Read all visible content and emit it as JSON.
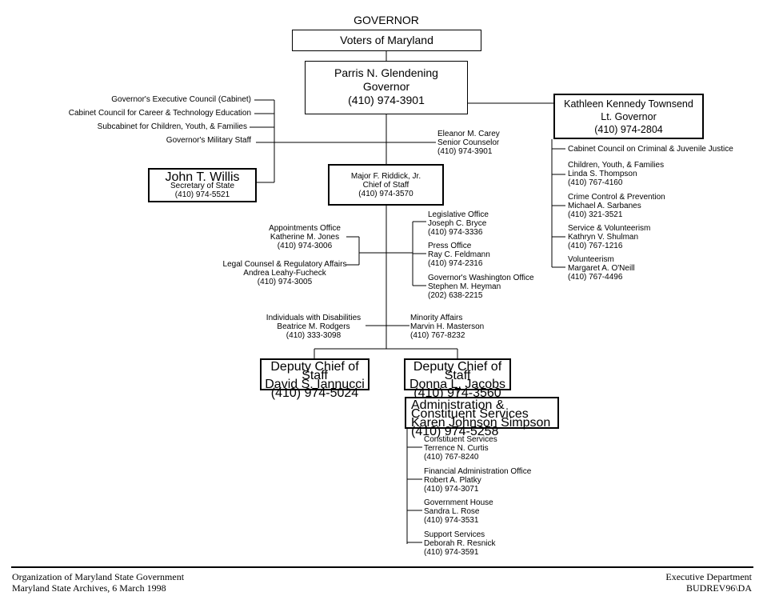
{
  "header": {
    "title": "GOVERNOR"
  },
  "voters": {
    "label": "Voters of Maryland"
  },
  "governor": {
    "name": "Parris N. Glendening",
    "title": "Governor",
    "phone": "(410) 974-3901"
  },
  "lt_governor": {
    "name": "Kathleen Kennedy Townsend",
    "title": "Lt. Governor",
    "phone": "(410) 974-2804"
  },
  "councils": [
    "Governor's Executive Council (Cabinet)",
    "Cabinet Council for Career & Technology Education",
    "Subcabinet for Children, Youth, & Families",
    "Governor's Military Staff"
  ],
  "secretary_of_state": {
    "name": "John T. Willis",
    "title": "Secretary of State",
    "phone": "(410) 974-5521"
  },
  "senior_counselor": {
    "name": "Eleanor M. Carey",
    "title": "Senior Counselor",
    "phone": "(410) 974-3901"
  },
  "chief_of_staff": {
    "name": "Major F. Riddick, Jr.",
    "title": "Chief of Staff",
    "phone": "(410) 974-3570"
  },
  "ltgov_units": [
    {
      "title": "Cabinet Council on Criminal & Juvenile Justice",
      "name": "",
      "phone": ""
    },
    {
      "title": "Children, Youth, & Families",
      "name": "Linda S. Thompson",
      "phone": "(410) 767-4160"
    },
    {
      "title": "Crime Control & Prevention",
      "name": "Michael A. Sarbanes",
      "phone": "(410) 321-3521"
    },
    {
      "title": "Service & Volunteerism",
      "name": "Kathryn V. Shulman",
      "phone": "(410) 767-1216"
    },
    {
      "title": "Volunteerism",
      "name": "Margaret A. O'Neill",
      "phone": "(410) 767-4496"
    }
  ],
  "left_offices": [
    {
      "title": "Appointments Office",
      "name": "Katherine M. Jones",
      "phone": "(410) 974-3006"
    },
    {
      "title": "Legal Counsel & Regulatory Affairs",
      "name": "Andrea Leahy-Fucheck",
      "phone": "(410) 974-3005"
    }
  ],
  "right_offices": [
    {
      "title": "Legislative Office",
      "name": "Joseph C. Bryce",
      "phone": "(410) 974-3336"
    },
    {
      "title": "Press Office",
      "name": "Ray C. Feldmann",
      "phone": "(410) 974-2316"
    },
    {
      "title": "Governor's Washington Office",
      "name": "Stephen M. Heyman",
      "phone": "(202) 638-2215"
    }
  ],
  "disabilities": {
    "title": "Individuals with Disabilities",
    "name": "Beatrice M. Rodgers",
    "phone": "(410) 333-3098"
  },
  "minority": {
    "title": "Minority Affairs",
    "name": "Marvin H. Masterson",
    "phone": "(410) 767-8232"
  },
  "deputy1": {
    "title": "Deputy Chief of Staff",
    "name": "David S. Iannucci",
    "phone": "(410) 974-5024"
  },
  "deputy2": {
    "title": "Deputy Chief of Staff",
    "name": "Donna L. Jacobs",
    "phone": "(410) 974-3560"
  },
  "admin": {
    "title": "Administration & Constituent Services",
    "name": "Karen Johnson Simpson",
    "phone": "(410) 974-5258"
  },
  "admin_units": [
    {
      "title": "Constituent Services",
      "name": "Terrence N. Curtis",
      "phone": "(410) 767-8240"
    },
    {
      "title": "Financial Administration Office",
      "name": "Robert A. Platky",
      "phone": "(410) 974-3071"
    },
    {
      "title": "Government House",
      "name": "Sandra L. Rose",
      "phone": "(410) 974-3531"
    },
    {
      "title": "Support Services",
      "name": "Deborah R. Resnick",
      "phone": "(410) 974-3591"
    }
  ],
  "footer": {
    "left_line1": "Organization of Maryland State Government",
    "left_line2": "Maryland State Archives, 6 March 1998",
    "right_line1": "Executive Department",
    "right_line2": "BUDREV96\\DA"
  }
}
